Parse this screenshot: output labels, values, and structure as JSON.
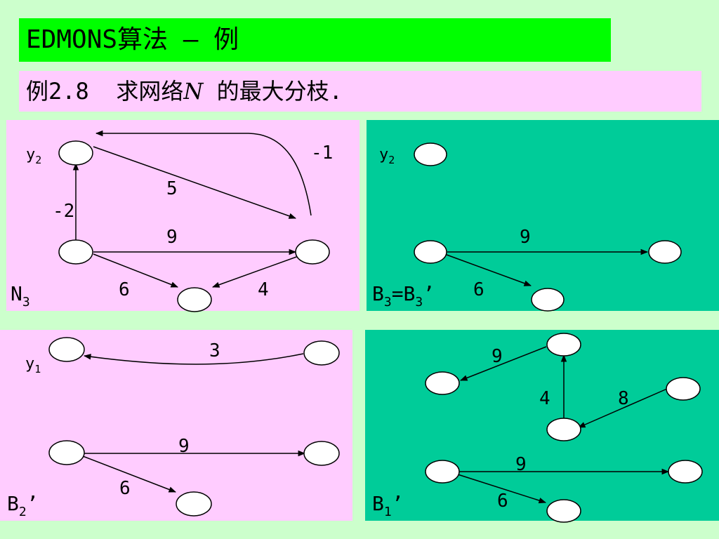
{
  "header": {
    "title": "EDMONS算法 – 例",
    "example_prefix": "例2.8  求网络",
    "example_var": "N",
    "example_suffix": " 的最大分枝."
  },
  "colors": {
    "title_bg": "#00ff00",
    "sub_bg": "#ffccff",
    "pink_panel": "#ffccff",
    "green_panel": "#00cc99",
    "page_bg": "#ccffcc"
  },
  "panels": {
    "n3": {
      "name": "N",
      "sub": "3",
      "vertex_y": "y",
      "vertex_y_sub": "2",
      "weights": {
        "w_top": "-1",
        "w_5": "5",
        "w_left": "-2",
        "w_9": "9",
        "w_6": "6",
        "w_4": "4"
      }
    },
    "b3": {
      "name_a": "B",
      "sub_a": "3",
      "eq": "=B",
      "sub_b": "3",
      "prime": "’",
      "vertex_y": "y",
      "vertex_y_sub": "2",
      "weights": {
        "w_9": "9",
        "w_6": "6"
      }
    },
    "b2": {
      "name": "B",
      "sub": "2",
      "prime": "’",
      "vertex_y": "y",
      "vertex_y_sub": "1",
      "weights": {
        "w_3": "3",
        "w_9": "9",
        "w_6": "6"
      }
    },
    "b1": {
      "name": "B",
      "sub": "1",
      "prime": "’",
      "weights": {
        "w_9a": "9",
        "w_4": "4",
        "w_8": "8",
        "w_9b": "9",
        "w_6": "6"
      }
    }
  }
}
